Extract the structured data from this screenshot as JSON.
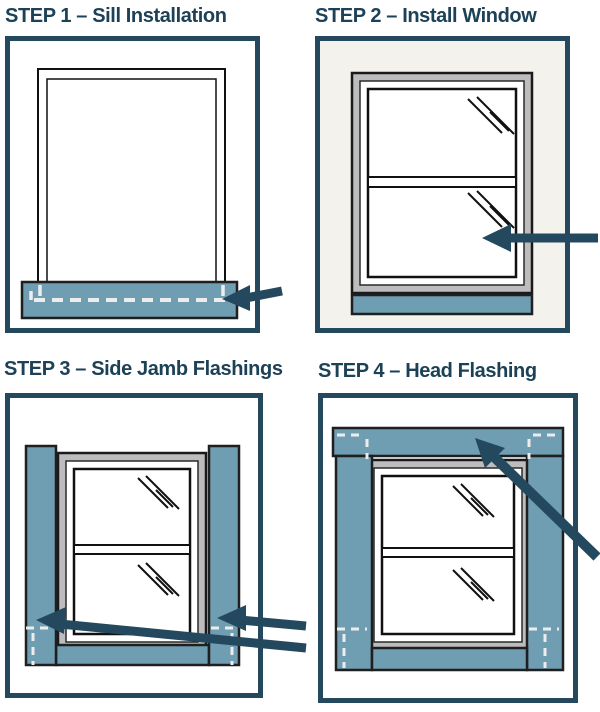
{
  "colors": {
    "navy": "#24495f",
    "title": "#1d4156",
    "teal": "#6f9db2",
    "frame_gray": "#bdbdbd",
    "panel2_bg": "#f4f2ec",
    "outline": "#1f1f1f",
    "dash": "#ededed"
  },
  "panels": [
    {
      "step": "STEP 1",
      "title": "STEP 1 – Sill Installation",
      "depicts": "window outline resting on teal sill flashing with white dashed lap line; arrow points left into sill flashing"
    },
    {
      "step": "STEP 2",
      "title": "STEP 2 – Install Window",
      "depicts": "double-hung window with gray frame installed over sill flashing; arrow points left into lower sash"
    },
    {
      "step": "STEP 3",
      "title": "STEP 3 – Side Jamb Flashings",
      "depicts": "vertical teal jamb flashings on both sides of window with dashed corner marks; two arrows point to jamb bottoms"
    },
    {
      "step": "STEP 4",
      "title": "STEP 4 – Head Flashing",
      "depicts": "horizontal teal head flashing across top overlapping jamb flashings, dashed corner marks; diagonal arrow points up-left into head flashing"
    }
  ],
  "icons": {
    "arrow_step1": "left-pointing arrow into sill flashing",
    "arrow_step2": "left-pointing arrow into window sash",
    "arrow_step3_left": "arrow into left jamb flashing",
    "arrow_step3_right": "arrow into right jamb flashing",
    "arrow_step4": "up-left diagonal arrow into head flashing"
  }
}
